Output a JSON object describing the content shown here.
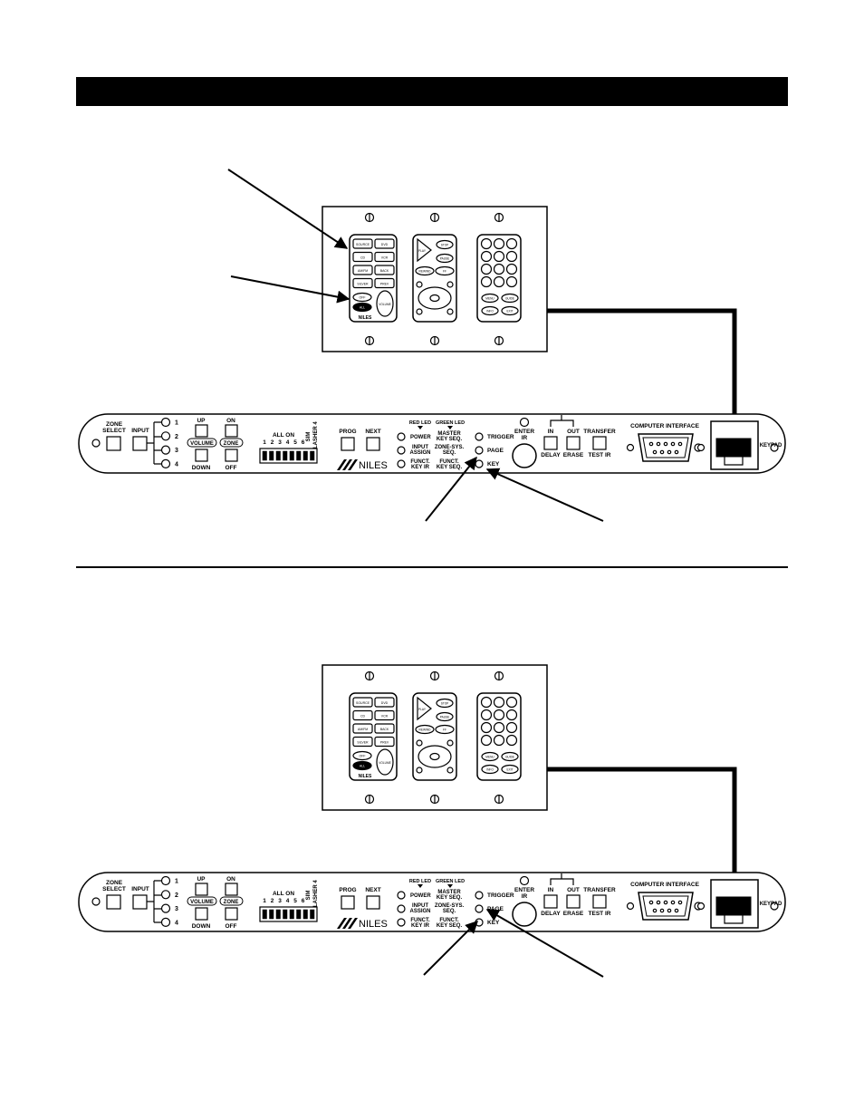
{
  "header_bar": {
    "color": "#000000"
  },
  "panel": {
    "labels": {
      "zone_select": [
        "ZONE",
        "SELECT"
      ],
      "input": "INPUT",
      "zones": [
        "1",
        "2",
        "3",
        "4"
      ],
      "up": "UP",
      "volume": "VOLUME",
      "down": "DOWN",
      "on": "ON",
      "zone": "ZONE",
      "off": "OFF",
      "all_on": "ALL ON",
      "dip_numbers": [
        "1",
        "2",
        "3",
        "4",
        "5",
        "6"
      ],
      "sim": "SIM",
      "flasher": "FLASHER 4",
      "prog": "PROG",
      "next": "NEXT",
      "brand": "NILES",
      "red_led": "RED LED",
      "green_led": "GREEN LED",
      "power": "POWER",
      "input_assign": [
        "INPUT",
        "ASSIGN"
      ],
      "funct_key_ir": [
        "FUNCT.",
        "KEY IR"
      ],
      "master_key_seq": [
        "MASTER",
        "KEY SEQ."
      ],
      "zone_sys_seq": [
        "ZONE-SYS.",
        "SEQ."
      ],
      "funct_key_seq": [
        "FUNCT.",
        "KEY SEQ."
      ],
      "trigger": "TRIGGER",
      "page": "PAGE",
      "key": "KEY",
      "enter_ir": [
        "ENTER",
        "IR"
      ],
      "in": "IN",
      "out": "OUT",
      "transfer": "TRANSFER",
      "delay": "DELAY",
      "erase": "ERASE",
      "test_ir": "TEST IR",
      "computer_interface": "COMPUTER INTERFACE",
      "keypad": "KEYPAD"
    }
  },
  "keypad": {
    "brand": "NILES",
    "left_buttons": [
      [
        "SOURCE",
        "DVD"
      ],
      [
        "CD",
        "VCR"
      ],
      [
        "AM/FM",
        "BACK"
      ],
      [
        "SILVER",
        "PREV"
      ]
    ],
    "bottom_buttons": [
      "OFF",
      "ALL"
    ],
    "volume": "VOLUME",
    "play": "PLAY",
    "stop": "STOP",
    "pause": "PAUSE",
    "rewind": "REWIND",
    "forward": "FF",
    "right_bottom": [
      [
        "MENU",
        "GUIDE"
      ],
      [
        "INFO",
        "EXIT"
      ]
    ]
  }
}
